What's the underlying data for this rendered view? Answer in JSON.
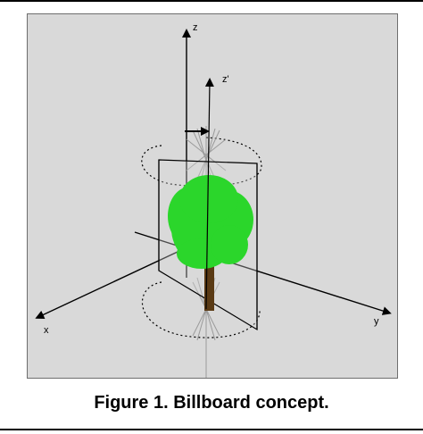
{
  "figure": {
    "caption": "Figure 1. Billboard concept.",
    "axes": {
      "x_label": "x",
      "y_label": "y",
      "z_label": "z",
      "z_prime_label": "z'"
    },
    "colors": {
      "background": "#d9d9d9",
      "foliage": "#2bd62b",
      "trunk": "#5a3a14",
      "lines": "#000000",
      "guide_lines": "#9a9a9a"
    }
  }
}
